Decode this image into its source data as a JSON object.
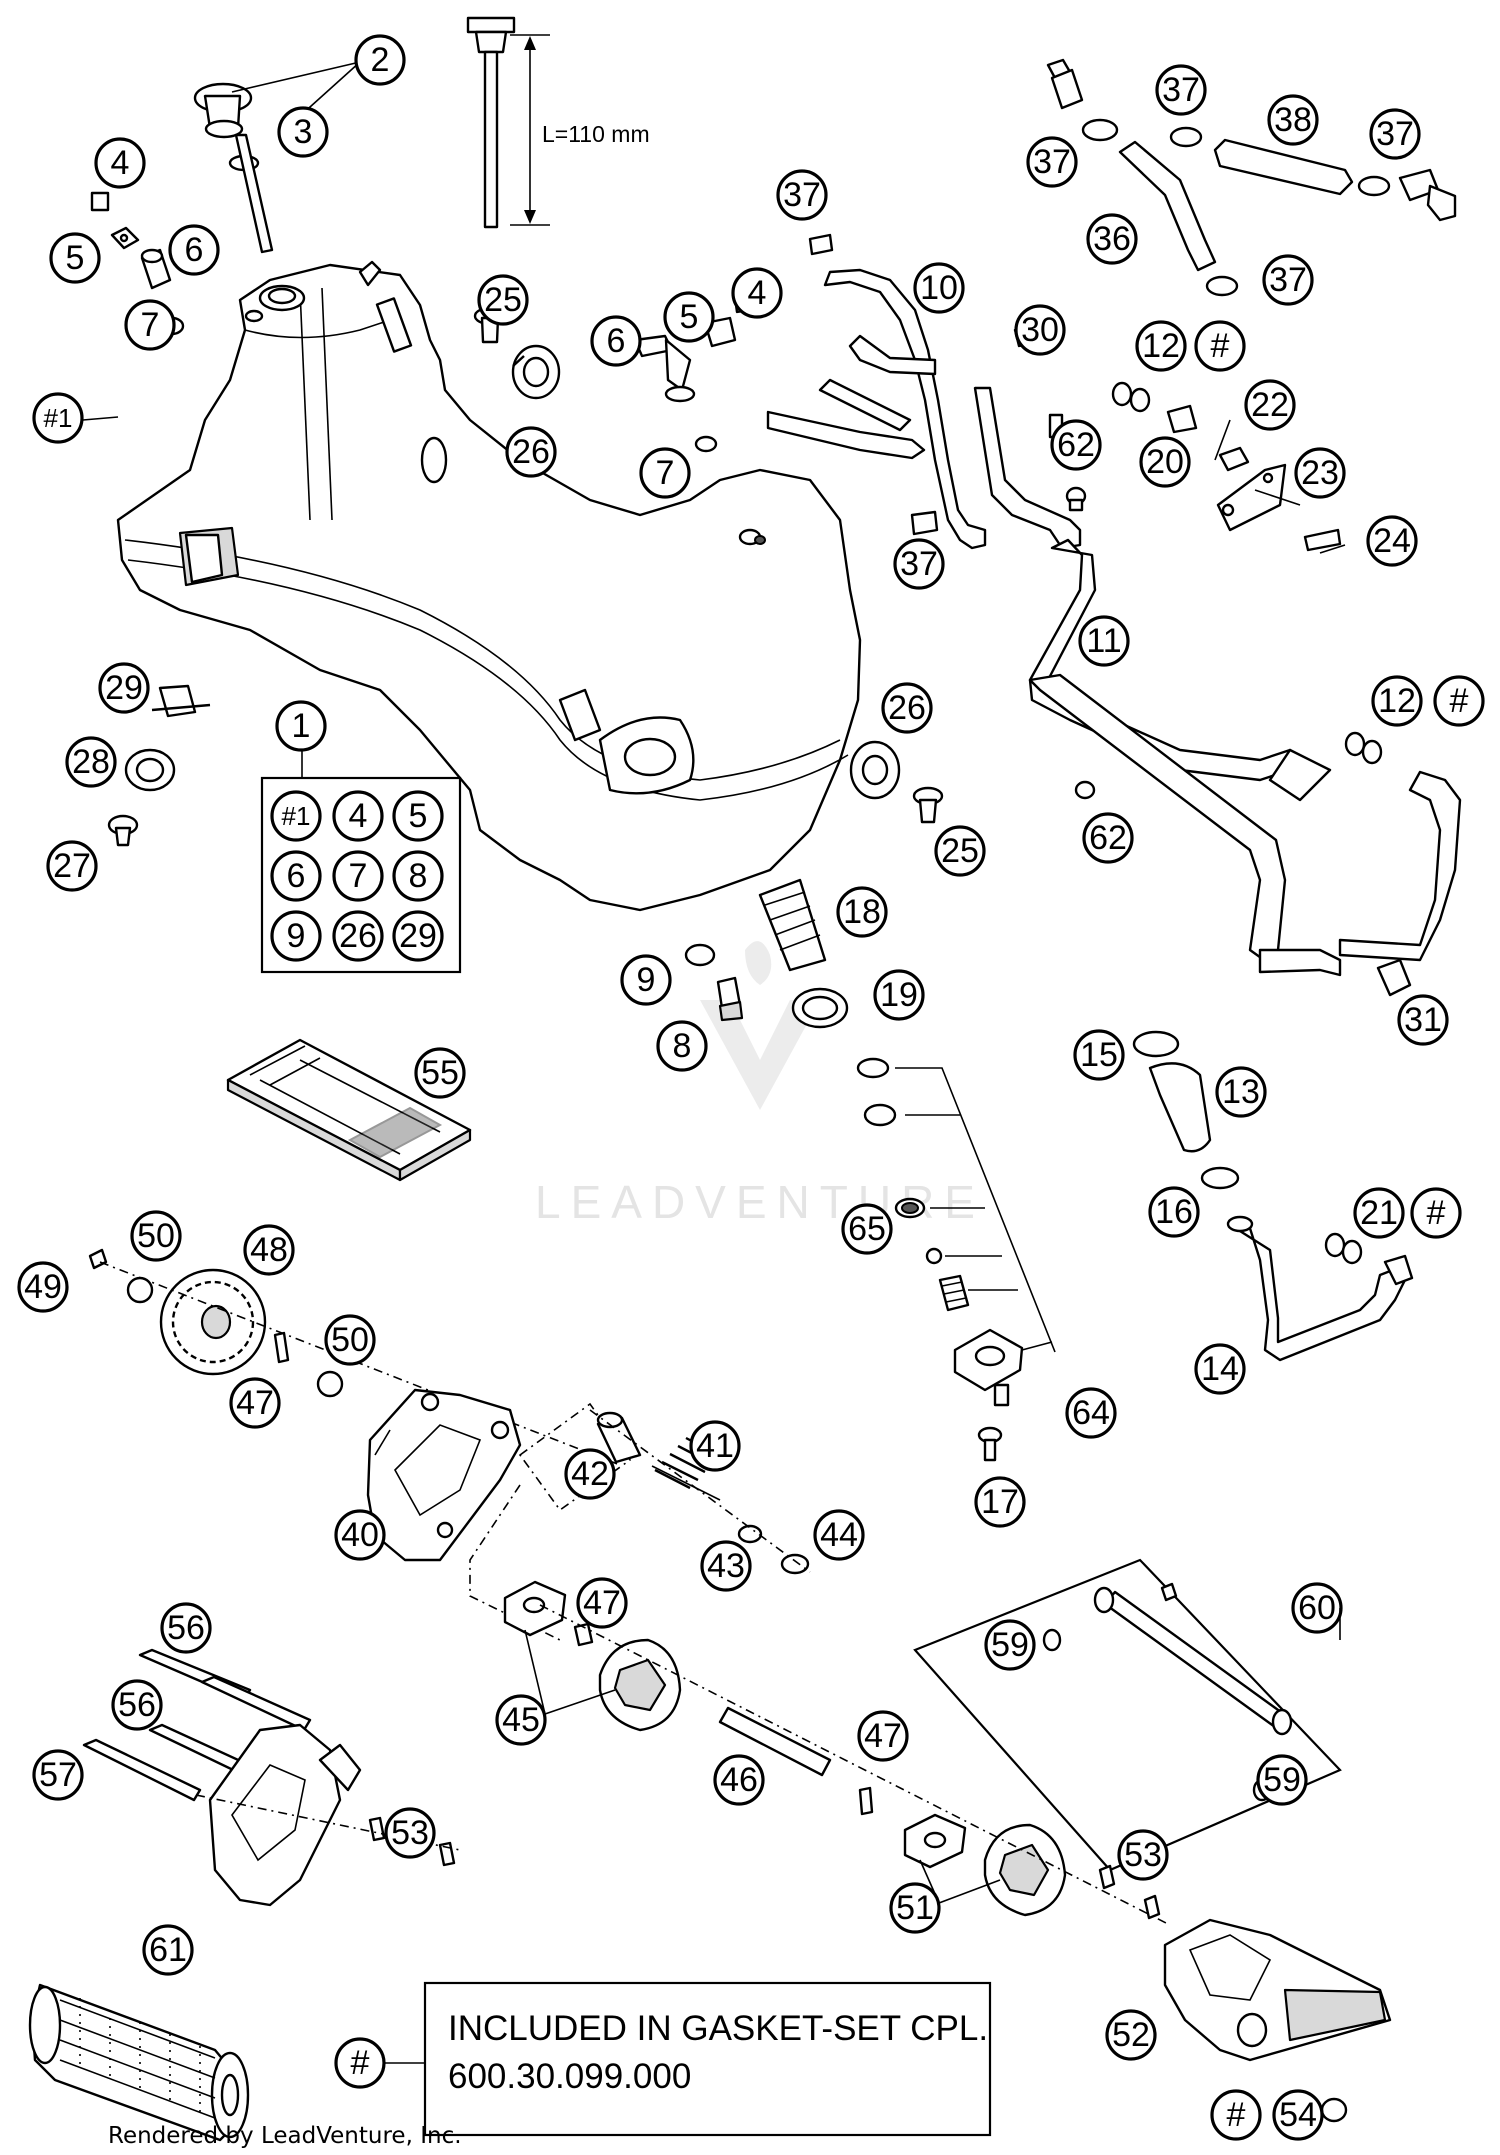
{
  "dimension_label": "L=110 mm",
  "kit_labels": [
    "#1",
    "4",
    "5",
    "6",
    "7",
    "8",
    "9",
    "26",
    "29"
  ],
  "note": {
    "symbol": "#",
    "line1": "INCLUDED IN GASKET-SET CPL.",
    "line2": "600.30.099.000"
  },
  "watermark": "LEADVENTURE",
  "footer": "Rendered by LeadVenture, Inc.",
  "callouts": {
    "c_2": "2",
    "c_3": "3",
    "c_4a": "4",
    "c_5a": "5",
    "c_6a": "6",
    "c_7a": "7",
    "c_1hash": "#1",
    "c_25a": "25",
    "c_26a": "26",
    "c_6b": "6",
    "c_5b": "5",
    "c_4b": "4",
    "c_7b": "7",
    "c_37a": "37",
    "c_10": "10",
    "c_37b": "37",
    "c_30": "30",
    "c_62a": "62",
    "c_37c": "37",
    "c_37d": "37",
    "c_38": "38",
    "c_37e": "37",
    "c_36": "36",
    "c_37f": "37",
    "c_12a": "12",
    "c_hash_a": "#",
    "c_22": "22",
    "c_20": "20",
    "c_23": "23",
    "c_24": "24",
    "c_11": "11",
    "c_12b": "12",
    "c_hash_b": "#",
    "c_29": "29",
    "c_28": "28",
    "c_27": "27",
    "c_1": "1",
    "c_26b": "26",
    "c_25b": "25",
    "c_62b": "62",
    "c_18": "18",
    "c_9": "9",
    "c_19": "19",
    "c_8": "8",
    "c_31": "31",
    "c_15": "15",
    "c_13": "13",
    "c_16": "16",
    "c_21": "21",
    "c_hash_c": "#",
    "c_14": "14",
    "c_55": "55",
    "c_65": "65",
    "c_64": "64",
    "c_17": "17",
    "c_50a": "50",
    "c_48": "48",
    "c_49": "49",
    "c_47a": "47",
    "c_50b": "50",
    "c_40": "40",
    "c_42": "42",
    "c_41": "41",
    "c_43": "43",
    "c_44": "44",
    "c_47b": "47",
    "c_45": "45",
    "c_46": "46",
    "c_47c": "47",
    "c_56a": "56",
    "c_56b": "56",
    "c_57": "57",
    "c_53a": "53",
    "c_60": "60",
    "c_59a": "59",
    "c_59b": "59",
    "c_51": "51",
    "c_53b": "53",
    "c_52": "52",
    "c_61": "61",
    "c_hash_d": "#",
    "c_hash_e": "#",
    "c_54": "54"
  }
}
